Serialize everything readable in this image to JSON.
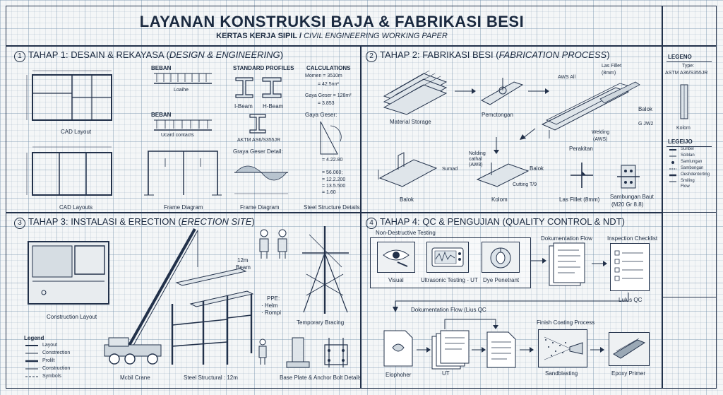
{
  "header": {
    "title": "LAYANAN KONSTRUKSI BAJA & FABRIKASI BESI",
    "subtitle_main": "KERTAS KERJA SIPIL",
    "subtitle_sep": " / ",
    "subtitle_en": "CIVIL ENGINEERING WORKING PAPER"
  },
  "sections": {
    "s1": {
      "num": "1",
      "title": "TAHAP 1: DESAIN & REKAYASA (",
      "title_en": "DESIGN & ENGINEERING",
      "title_end": ")",
      "cad1": "CAD Layout",
      "cad2": "CAD Layouts",
      "beban1": "BEBAN",
      "loaihe": "Loaihe",
      "beban2": "BEBAN",
      "ucard": "Ucard contacts",
      "frame1": "Frame Diagram",
      "std_profiles": "STANDARD PROFILES",
      "ibeam": "I-Beam",
      "hbeam": "H-Beam",
      "akt": "AKTM AS6/S355JR",
      "gaya_detail": "Graya Geser Detail:",
      "frame2": "Frame Diagram",
      "calc": "CALCULATIONS",
      "momen": "Momen = 3510m",
      "momen2": "= 42.5nn²",
      "gaya": "Gaya Geser = 128m²",
      "gaya2": "= 3.853",
      "gaya3": "Gaya Geser:",
      "v1": "= 4.22.80",
      "v2": "= 56.060;",
      "v3": "= 12.2.200",
      "v4": "= 13.5.500",
      "v5": "= 1.60",
      "steel_details": "Steel Structure Details"
    },
    "s2": {
      "num": "2",
      "title": "TAHAP 2: FABRIKASI BESI (",
      "title_en": "FABRICATION PROCESS",
      "title_end": ")",
      "material": "Material Storage",
      "pemotongan": "Pemctongan",
      "aws": "AWS All",
      "lasfillet": "Las Fillet",
      "lasfillet2": "(8mm)",
      "balok_top": "Balok",
      "perakitan": "Perakitan",
      "welding": "Welding",
      "welding2": "(AWS)",
      "gjw": "G JW2",
      "sumad": "Sumad",
      "balok_bl": "Balok",
      "nolding": "Nolding",
      "cathal": "cathal",
      "aws8": "(AW8)",
      "balok_m": "Balok",
      "cutting": "Cutting T/9",
      "kolom": "Kolom",
      "las8": "Las Fillet (8mm)",
      "sambungan": "Sambungan Baut",
      "sambungan2": "(M20 Gr 8.8)"
    },
    "s3": {
      "num": "3",
      "title": "TAHAP 3: INSTALASI & ERECTION (",
      "title_en": "ERECTION SITE",
      "title_end": ")",
      "layout": "Construction Layout",
      "legend": "Legend",
      "legend_items": [
        "Layout",
        "Constrection",
        "Prolilt",
        "Construction",
        "Symbols"
      ],
      "crane": "Mcbil Crane",
      "beam": "12m",
      "beam2": "Beam",
      "ppe": "PPE:",
      "ppe2": "· Helm",
      "ppe3": "· Rompi",
      "steel": "Steel Structural : 12m",
      "bracing": "Temporary Bracing",
      "baseplate": "Base Plate & Anchor Bolt Details"
    },
    "s4": {
      "num": "4",
      "title": "TAHAP 4: QC & PENGUJIAN (QUALITY CONTROL & NDT)",
      "ndt": "Non-Destructive Testing",
      "visual": "Visual",
      "ut": "Ultrasonic Testing - UT",
      "dye": "Dye Penetrant",
      "dok_flow": "Dokumentation Flow",
      "inspect": "Inspection Checklist",
      "lulus": "Lulus QC",
      "dok_flow2": "Dokumentation Flow (Lius QC",
      "finish": "Finish Coating Process",
      "elophoher": "Elophoher",
      "ut2": "UT",
      "sand": "Sandblasting",
      "epoxy": "Epoxy Primer"
    }
  },
  "legend_panel": {
    "title": "LEGENO",
    "type": "Type:",
    "astm": "ASTM A36/S355JR",
    "kolom": "Kolom",
    "title2": "LEGEIJO",
    "items": [
      "Sunbel",
      "Sciblan",
      "Samlungan",
      "Sambongan",
      "Oeshdentorting",
      "Smiling",
      "Flow"
    ]
  }
}
